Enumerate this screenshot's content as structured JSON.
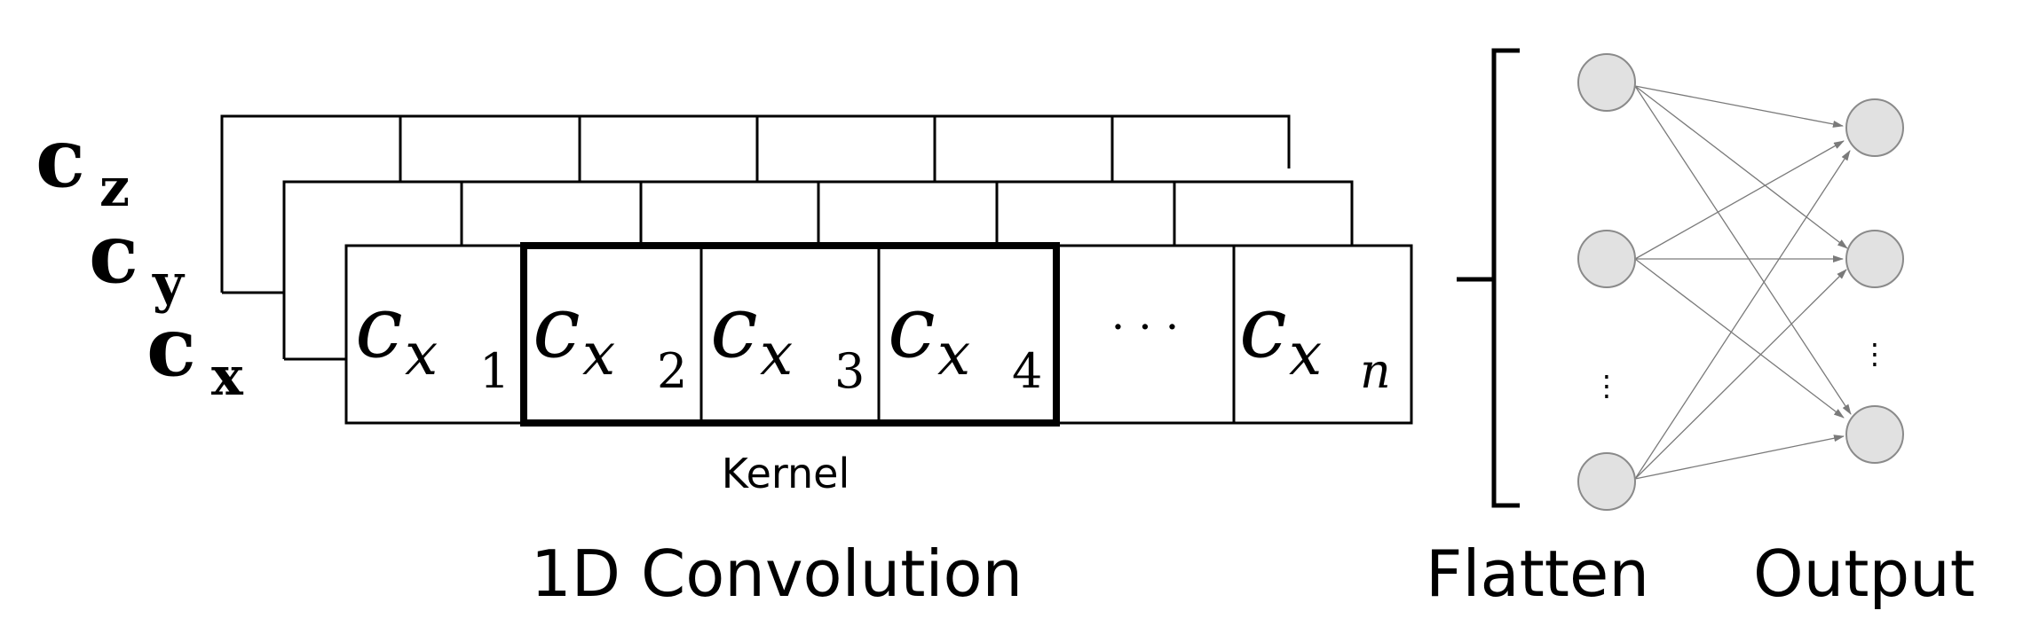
{
  "channels": {
    "z": {
      "base": "c",
      "sub": "z"
    },
    "y": {
      "base": "c",
      "sub": "y"
    },
    "x": {
      "base": "c",
      "sub": "x"
    }
  },
  "cells": [
    {
      "base": "c",
      "var": "x",
      "sub": "1"
    },
    {
      "base": "c",
      "var": "x",
      "sub": "2"
    },
    {
      "base": "c",
      "var": "x",
      "sub": "3"
    },
    {
      "base": "c",
      "var": "x",
      "sub": "4"
    },
    {
      "ellipsis": "· · ·"
    },
    {
      "base": "c",
      "var": "x",
      "sub": "n"
    }
  ],
  "kernel_label": "Kernel",
  "convolution_label": "1D Convolution",
  "flatten_label": "Flatten",
  "output_label": "Output",
  "network": {
    "input_ellipsis": "⋮",
    "output_ellipsis": "⋮"
  },
  "colors": {
    "neuron_fill": "#e1e1e1",
    "neuron_stroke": "#8a8a8a",
    "edge": "#7a7a7a"
  }
}
